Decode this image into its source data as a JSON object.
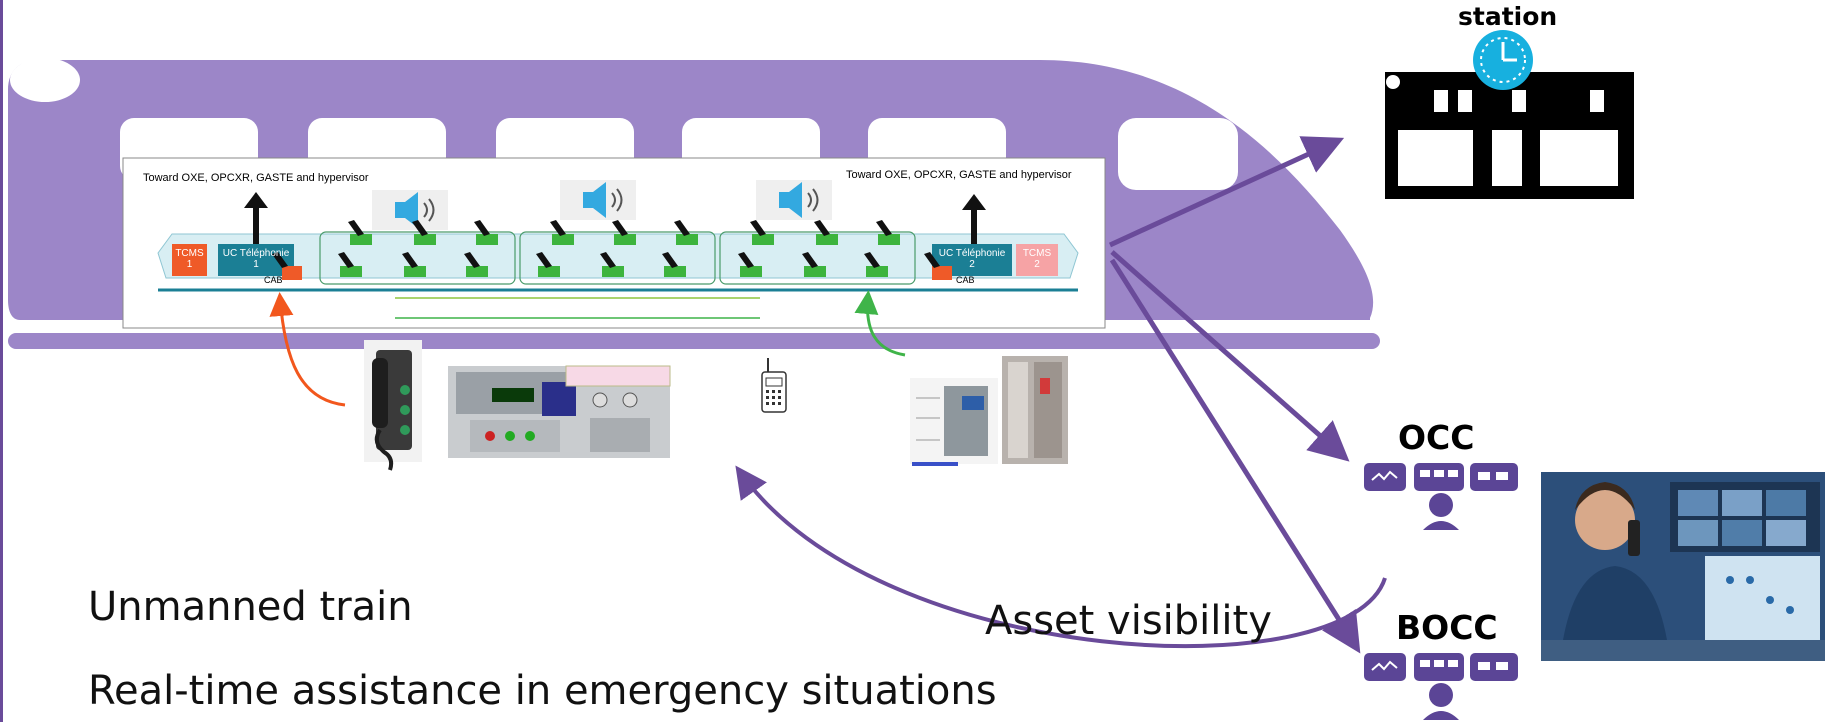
{
  "colors": {
    "train_purple": "#9c86c8",
    "arrow_purple": "#6a4b9a",
    "icon_purple": "#5b4596",
    "unit_teal": "#1b7f95",
    "tcms_red": "#ef5a28",
    "tcms_pink": "#f6a3a5",
    "handset_green": "#3db43d",
    "speaker_blue": "#33a9e0",
    "orange_arrow": "#f2571d",
    "green_arrow": "#3fb449"
  },
  "schematic": {
    "toward_left": "Toward OXE, OPCXR, GASTE and hypervisor",
    "toward_right": "Toward OXE, OPCXR, GASTE and hypervisor",
    "tcms1": "TCMS\n1",
    "uc1": "UC Téléphonie\n1",
    "uc2": "UC Téléphonie\n2",
    "tcms2": "TCMS\n2",
    "cab_left": "CAB",
    "cab_right": "CAB"
  },
  "icons": {
    "station": "station-building-icon",
    "clock": "clock-icon",
    "occ": "control-center-icon",
    "bocc": "control-center-icon",
    "speaker": "speaker-icon",
    "handset": "handset-icon",
    "radio": "walkie-talkie-icon"
  },
  "labels": {
    "station": "station",
    "occ": "OCC",
    "bocc": "BOCC",
    "asset_visibility": "Asset visibility"
  },
  "captions": [
    "Unmanned train",
    "Real-time assistance in emergency situations"
  ]
}
